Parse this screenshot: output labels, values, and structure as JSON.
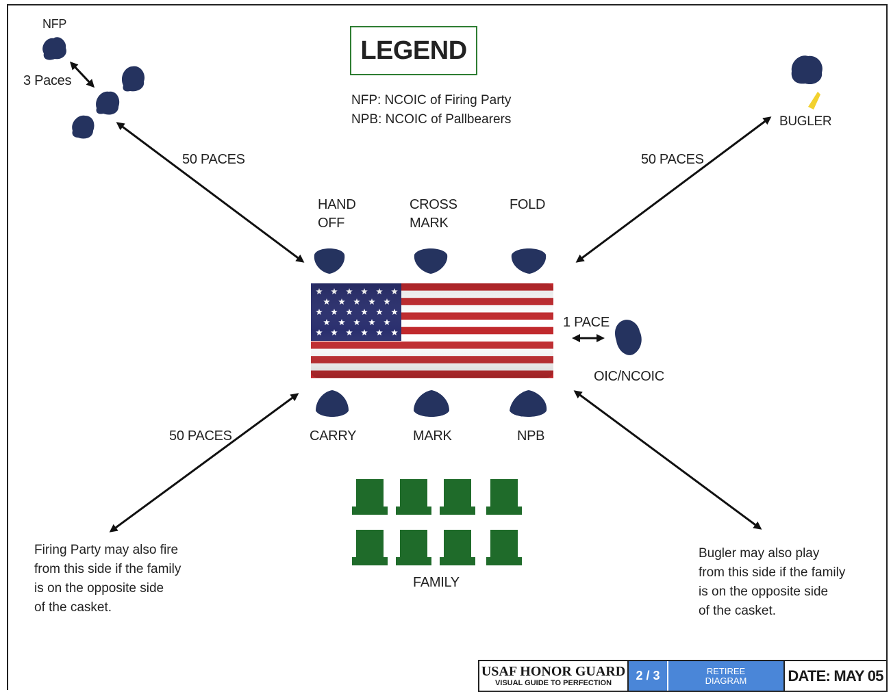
{
  "legend": {
    "title": "LEGEND",
    "entries": [
      "NFP: NCOIC of Firing Party",
      "NPB: NCOIC of Pallbearers"
    ]
  },
  "labels": {
    "nfp": "NFP",
    "three_paces": "3 Paces",
    "bugler": "BUGLER",
    "fifty_paces": "50 PACES",
    "hand_off": [
      "HAND",
      "OFF"
    ],
    "cross_mark": [
      "CROSS",
      "MARK"
    ],
    "fold": "FOLD",
    "one_pace": "1 PACE",
    "oic_ncoic": "OIC/NCOIC",
    "carry": "CARRY",
    "mark": "MARK",
    "npb": "NPB",
    "family": "FAMILY"
  },
  "notes": {
    "firing_party": [
      "Firing Party may also fire",
      "from this side if the family",
      "is on the opposite side",
      "of the casket."
    ],
    "bugler": [
      "Bugler  may also play",
      "from this side if the family",
      "is on the opposite side",
      "of the casket."
    ]
  },
  "title_block": {
    "org": "USAF HONOR GUARD",
    "tagline": "VISUAL GUIDE TO PERFECTION",
    "page": "2 / 3",
    "doc": [
      "RETIREE",
      "DIAGRAM"
    ],
    "date": "DATE: MAY 05"
  },
  "colors": {
    "figure": "#25335f",
    "family_chair": "#1f6b2a",
    "legend_border": "#2e7d32",
    "title_block_blue": "#4a86d8",
    "flag_red": "#c0282c",
    "flag_blue": "#2a2f6e",
    "bugle": "#f2d12e"
  }
}
